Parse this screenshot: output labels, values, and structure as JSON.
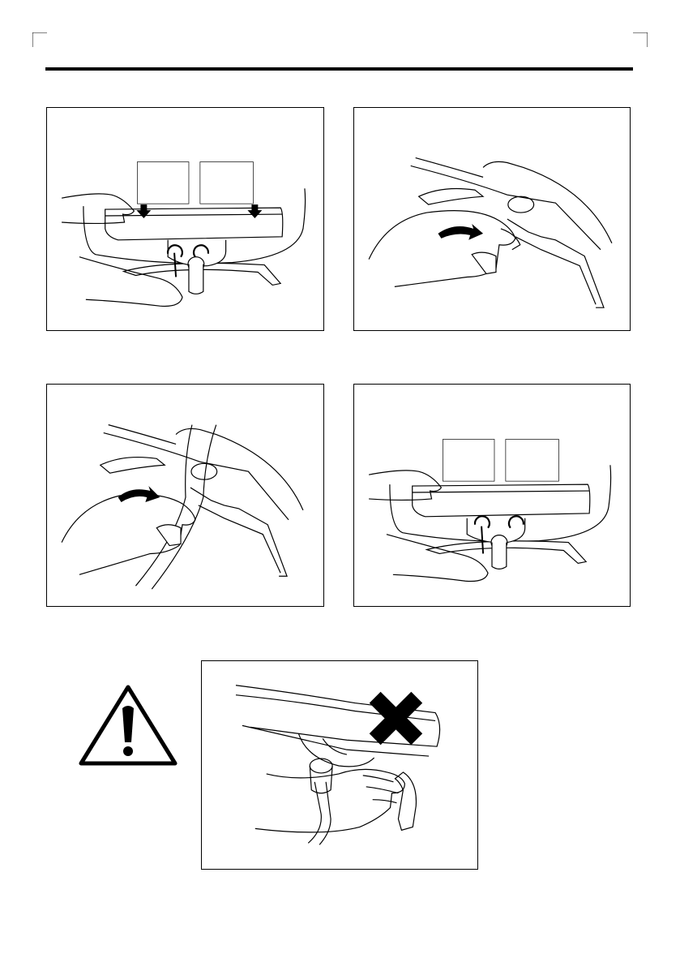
{
  "page": {
    "description_text": [],
    "panels": [
      {
        "id": "panel-1",
        "step": "screw-base-to-stand-with-screwdriver"
      },
      {
        "id": "panel-2",
        "step": "remove-cable-clip-rotating"
      },
      {
        "id": "panel-3",
        "step": "route-cables-through-clip"
      },
      {
        "id": "panel-4",
        "step": "tighten-screws-cover-back"
      },
      {
        "id": "panel-5",
        "step": "warning-do-not-pinch-hand"
      }
    ],
    "icons": {
      "warning": "warning-triangle-icon",
      "prohibited": "cross-mark-icon"
    },
    "colors": {
      "line": "#000000",
      "background": "#ffffff"
    }
  }
}
